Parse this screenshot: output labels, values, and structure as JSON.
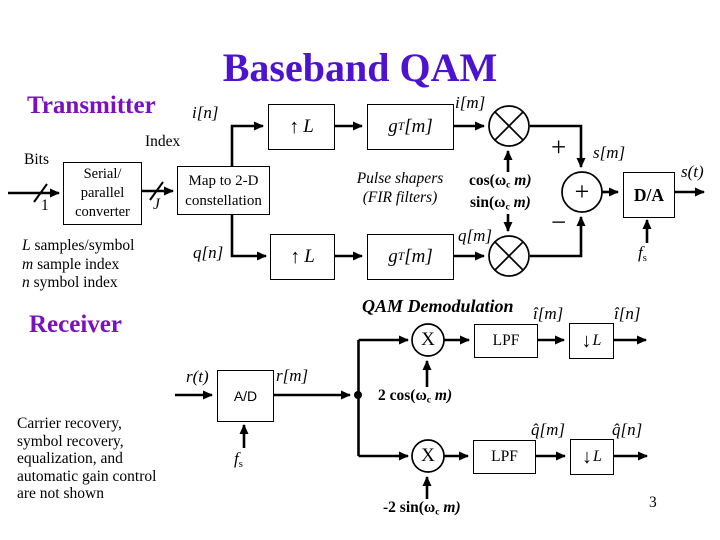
{
  "colors": {
    "bg": "#ffffff",
    "title": "#4e13d1",
    "heading": "#7a10bf",
    "ink": "#000000"
  },
  "title": "Baseband QAM",
  "page_number": "3",
  "transmitter": {
    "heading": "Transmitter",
    "bits_label": "Bits",
    "wire_width_1": "1",
    "index_label": "Index",
    "wire_width_J": "J",
    "serial_box": [
      "Serial/",
      "parallel",
      "converter"
    ],
    "map_box": [
      "Map to 2-D",
      "constellation"
    ],
    "i_n": "i[n]",
    "i_m": "i[m]",
    "q_n": "q[n]",
    "q_m": "q[m]",
    "s_m": "s[m]",
    "s_t": "s(t)",
    "upsample": {
      "arrow": "↑",
      "letter": "L"
    },
    "gt": {
      "base": "g",
      "sub": "T",
      "post": "[m]"
    },
    "pulse_shapers": [
      "Pulse shapers",
      "(FIR filters)"
    ],
    "cos": {
      "pre": "cos(ω",
      "sub": "c",
      "post": " m)"
    },
    "sin": {
      "pre": "sin(ω",
      "sub": "c",
      "post": " m)"
    },
    "plus_sign": "+",
    "minus_sign": "−",
    "summer_label": "+",
    "da_box": "D/A",
    "fs": {
      "base": "f",
      "sub": "s"
    }
  },
  "legend": [
    {
      "it": "L",
      "rest": " samples/symbol"
    },
    {
      "it": "m",
      "rest": " sample index"
    },
    {
      "it": "n",
      "rest": " symbol index"
    }
  ],
  "receiver": {
    "heading": "Receiver",
    "demod_title": "QAM Demodulation",
    "r_t": "r(t)",
    "r_m": "r[m]",
    "ad_box": "A/D",
    "fs": {
      "base": "f",
      "sub": "s"
    },
    "mult_label": "X",
    "lpf1": "LPF",
    "lpf2": "LPF",
    "downsample": {
      "arrow": "↓",
      "letter": "L"
    },
    "i_hat_m": "î[m]",
    "i_hat_n": "î[n]",
    "q_hat_m": "q̂[m]",
    "q_hat_n": "q̂[n]",
    "cos2": {
      "pre": "2 cos(ω",
      "sub": "c",
      "post": " m)"
    },
    "sin2": {
      "pre": "-2 sin(ω",
      "sub": "c",
      "post": " m)"
    },
    "notes": [
      "Carrier recovery,",
      "symbol recovery,",
      "equalization, and",
      "automatic gain control",
      "are not shown"
    ]
  }
}
